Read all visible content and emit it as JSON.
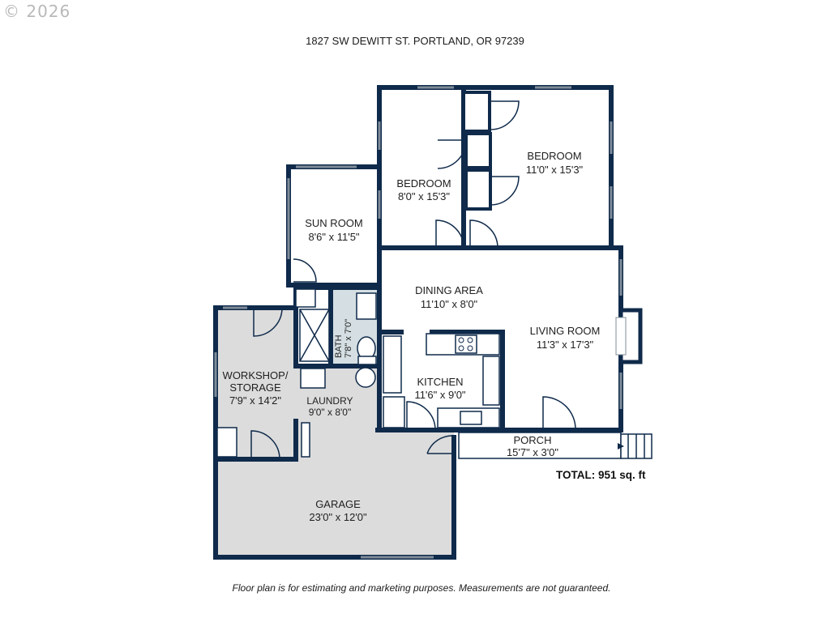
{
  "watermark": "© 2026",
  "address": "1827 SW DEWITT ST. PORTLAND, OR 97239",
  "rooms": {
    "bedroom_a": {
      "name": "BEDROOM",
      "dims": "8'0\" x 15'3\""
    },
    "bedroom_b": {
      "name": "BEDROOM",
      "dims": "11'0\" x 15'3\""
    },
    "sun_room": {
      "name": "SUN ROOM",
      "dims": "8'6\" x 11'5\""
    },
    "dining": {
      "name": "DINING AREA",
      "dims": "11'10\" x 8'0\""
    },
    "living": {
      "name": "LIVING ROOM",
      "dims": "11'3\" x 17'3\""
    },
    "bath": {
      "name": "BATH",
      "dims": "7'8\" x 7'0\""
    },
    "kitchen": {
      "name": "KITCHEN",
      "dims": "11'6\" x 9'0\""
    },
    "workshop": {
      "name_line1": "WORKSHOP/",
      "name_line2": "STORAGE",
      "dims": "7'9\" x 14'2\""
    },
    "laundry": {
      "name": "LAUNDRY",
      "dims": "9'0\" x 8'0\""
    },
    "porch": {
      "name": "PORCH",
      "dims": "15'7\" x 3'0\""
    },
    "garage": {
      "name": "GARAGE",
      "dims": "23'0\" x 12'0\""
    }
  },
  "total": "TOTAL: 951 sq. ft",
  "disclaimer": "Floor plan is for estimating and marketing purposes. Measurements are not guaranteed.",
  "colors": {
    "wall": "#0f2a4a",
    "garage_fill": "#dcdcdc",
    "bath_fill": "#d5dfe3",
    "window": "#7f8c99"
  }
}
